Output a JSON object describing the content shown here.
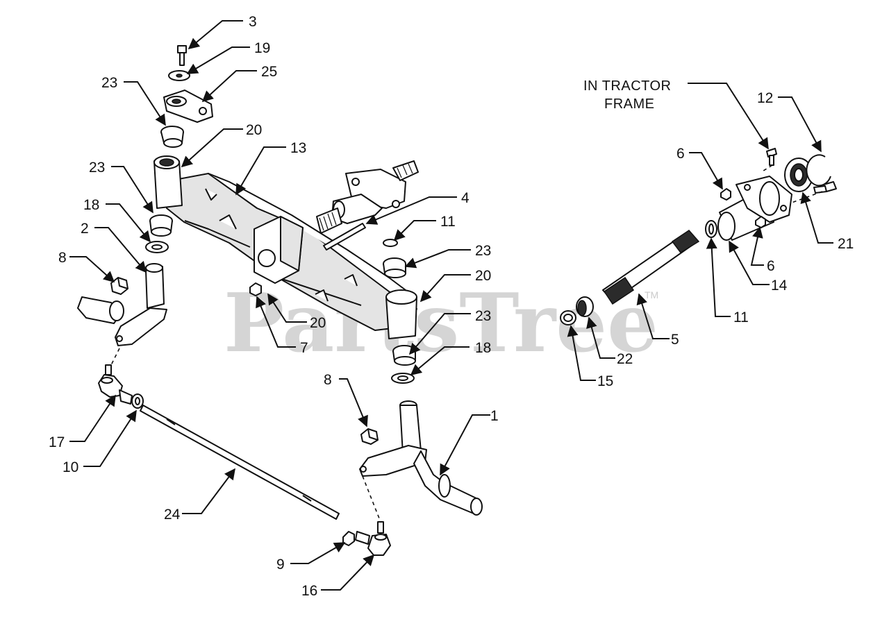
{
  "watermark": {
    "text": "PartsTree",
    "trademark": "TM"
  },
  "note": {
    "line1": "IN TRACTOR",
    "line2": "FRAME"
  },
  "callouts": {
    "c1": "1",
    "c2": "2",
    "c3": "3",
    "c4": "4",
    "c5": "5",
    "c6a": "6",
    "c6b": "6",
    "c7": "7",
    "c8a": "8",
    "c8b": "8",
    "c9": "9",
    "c10": "10",
    "c11a": "11",
    "c11b": "11",
    "c12": "12",
    "c13": "13",
    "c14": "14",
    "c15": "15",
    "c16": "16",
    "c17": "17",
    "c18a": "18",
    "c18b": "18",
    "c19": "19",
    "c20a": "20",
    "c20b": "20",
    "c20c": "20",
    "c21": "21",
    "c22": "22",
    "c23a": "23",
    "c23b": "23",
    "c23c": "23",
    "c23d": "23",
    "c24": "24",
    "c25": "25"
  },
  "colors": {
    "ink": "#111111",
    "watermark": "#b4b4b4",
    "background": "#ffffff"
  }
}
